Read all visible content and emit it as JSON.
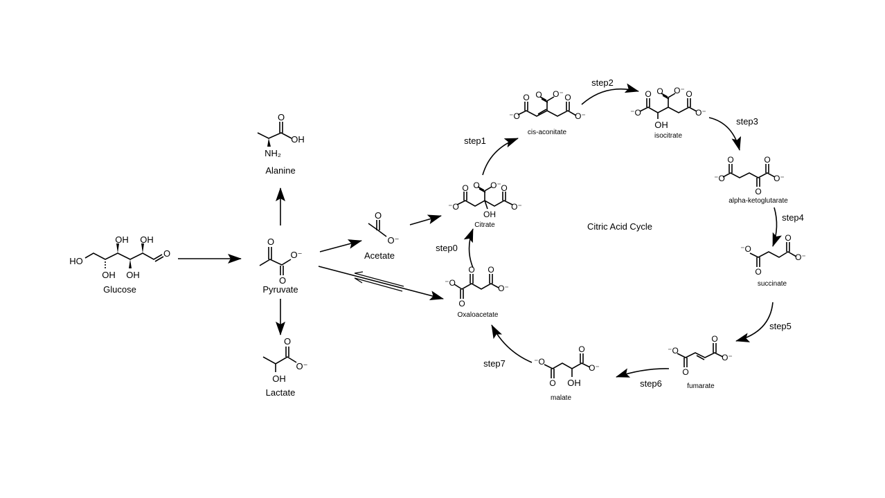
{
  "title": "Citric Acid Cycle",
  "molecules": {
    "glucose": {
      "name": "Glucose",
      "atoms": [
        "HO",
        "OH",
        "OH",
        "OH",
        "OH",
        "O"
      ]
    },
    "pyruvate": {
      "name": "Pyruvate",
      "atoms": [
        "O",
        "O⁻",
        "O"
      ]
    },
    "alanine": {
      "name": "Alanine",
      "atoms": [
        "O",
        "OH",
        "NH₂"
      ]
    },
    "lactate": {
      "name": "Lactate",
      "atoms": [
        "O",
        "O⁻",
        "OH"
      ]
    },
    "acetate": {
      "name": "Acetate",
      "atoms": [
        "O",
        "O⁻"
      ]
    },
    "citrate": {
      "name": "Citrate",
      "atoms": [
        "⁻O",
        "O",
        "O",
        "O⁻",
        "O",
        "O⁻",
        "OH"
      ]
    },
    "cis_aconitate": {
      "name": "cis-aconitate",
      "atoms": [
        "⁻O",
        "O",
        "O",
        "O⁻",
        "O",
        "O⁻"
      ]
    },
    "isocitrate": {
      "name": "isocitrate",
      "atoms": [
        "⁻O",
        "O",
        "OH",
        "O",
        "O⁻",
        "O",
        "O⁻"
      ]
    },
    "alpha_ketoglutarate": {
      "name": "alpha-ketoglutarate",
      "atoms": [
        "⁻O",
        "O",
        "O",
        "O",
        "O⁻"
      ]
    },
    "succinate": {
      "name": "succinate",
      "atoms": [
        "⁻O",
        "O",
        "O",
        "O⁻"
      ]
    },
    "fumarate": {
      "name": "fumarate",
      "atoms": [
        "⁻O",
        "O",
        "O",
        "O⁻"
      ]
    },
    "malate": {
      "name": "malate",
      "atoms": [
        "⁻O",
        "O",
        "OH",
        "O",
        "O⁻"
      ]
    },
    "oxaloacetate": {
      "name": "Oxaloacetate",
      "atoms": [
        "⁻O",
        "O",
        "O",
        "O",
        "O⁻"
      ]
    }
  },
  "steps": [
    "step0",
    "step1",
    "step2",
    "step3",
    "step4",
    "step5",
    "step6",
    "step7"
  ]
}
